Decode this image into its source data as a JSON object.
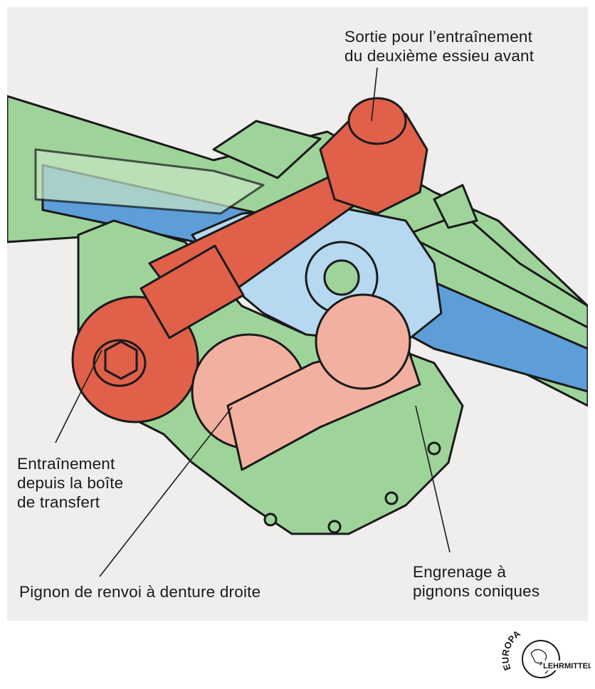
{
  "labels": {
    "top_right": [
      "Sortie pour l’entraînement",
      "du deuxième essieu avant"
    ],
    "left": [
      "Entraînement",
      "depuis la boîte",
      "de transfert"
    ],
    "bottom": "Pignon de renvoi à denture droite",
    "bottom_right": [
      "Engrenage à",
      "pignons coniques"
    ]
  },
  "logo": {
    "top": "EUROPA",
    "bottom": "LEHRMITTEL"
  },
  "colors": {
    "panel": "#efeeed",
    "housing_green": "#9ed49a",
    "shaft_blue": "#5d9ed8",
    "light_blue": "#b6d8f0",
    "red": "#e0604a",
    "pink": "#f2b0a0",
    "outline": "#1a1a1a"
  }
}
